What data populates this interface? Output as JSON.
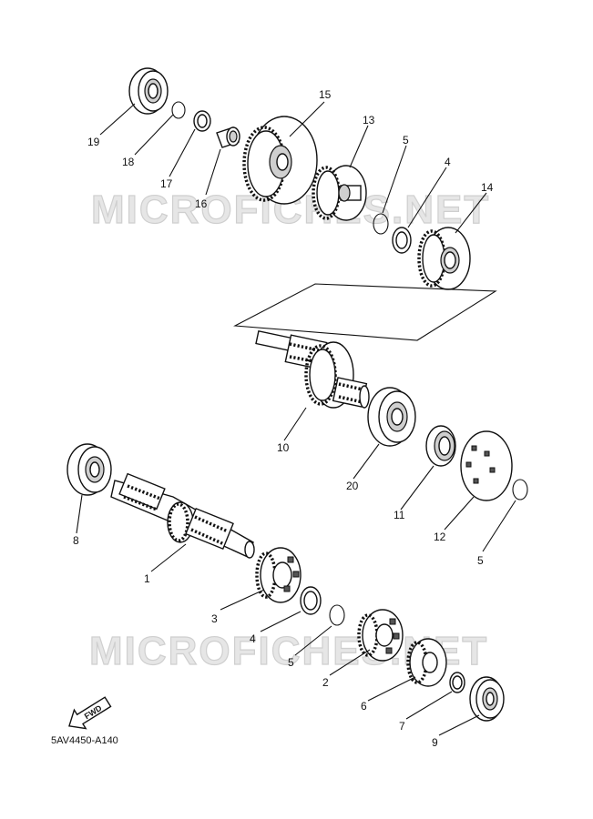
{
  "diagram": {
    "watermark_top": "MICROFICHES.NET",
    "watermark_bottom": "MICROFICHES.NET",
    "fwd_label": "FWD",
    "diagram_code": "5AV4450-A140",
    "callouts": {
      "c19": "19",
      "c18": "18",
      "c17": "17",
      "c16": "16",
      "c15": "15",
      "c13": "13",
      "c5a": "5",
      "c4a": "4",
      "c14": "14",
      "c10": "10",
      "c20": "20",
      "c11": "11",
      "c12": "12",
      "c5b": "5",
      "c8": "8",
      "c1": "1",
      "c3": "3",
      "c4b": "4",
      "c5c": "5",
      "c2": "2",
      "c6": "6",
      "c7": "7",
      "c9": "9"
    }
  }
}
